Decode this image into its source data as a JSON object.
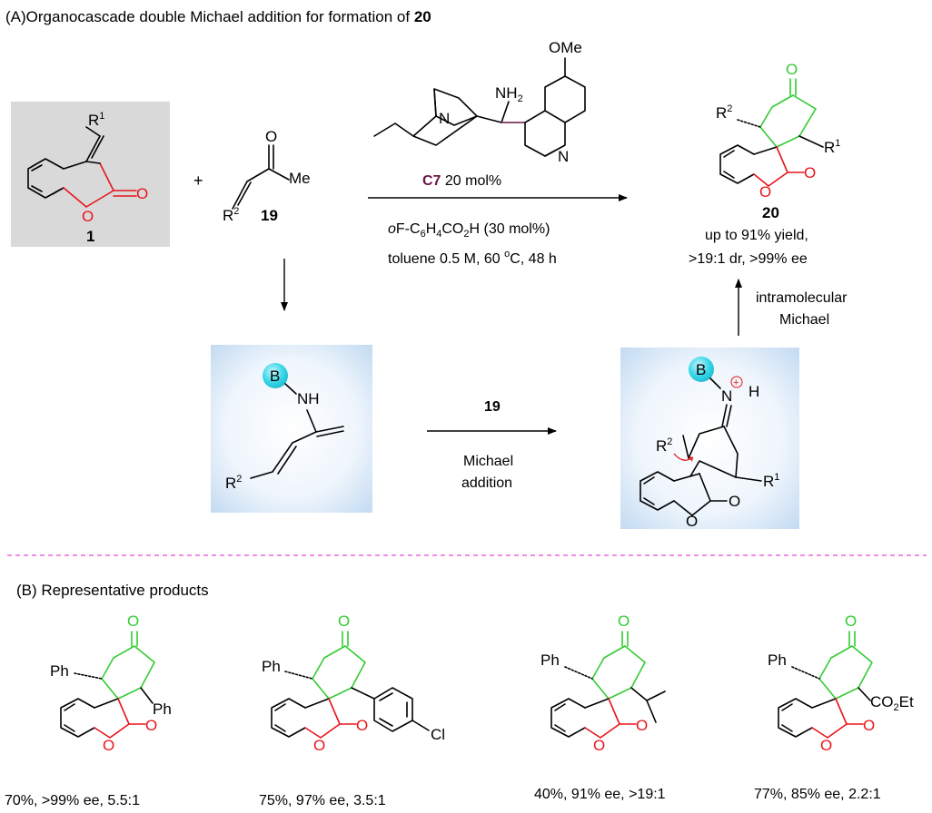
{
  "section_a": {
    "label": "(A)",
    "title_text": "Organocascade double Michael addition for formation of ",
    "title_bold": "20"
  },
  "section_b": {
    "title": "(B)  Representative products"
  },
  "substrate_1": {
    "number": "1",
    "r_label": "R",
    "r_sup": "1",
    "o_label": "O",
    "carbonyl_o": "O"
  },
  "plus_sign": "+",
  "enone_19": {
    "number": "19",
    "o_label": "O",
    "me_label": "Me",
    "r_label": "R",
    "r_sup": "2"
  },
  "catalyst": {
    "name": "C7",
    "loading": " 20 mol%",
    "ome_label": "OMe",
    "nh2_label": "NH",
    "nh2_sub": "2",
    "n_bridge": "N",
    "n_quinoline": "N"
  },
  "conditions": {
    "acid_prefix": "o",
    "acid_a": "F-C",
    "acid_sub1": "6",
    "acid_b": "H",
    "acid_sub2": "4",
    "acid_c": "CO",
    "acid_sub3": "2",
    "acid_d": "H (30 mol%)",
    "line2_a": "toluene 0.5 M, 60 ",
    "line2_sup": "o",
    "line2_b": "C, 48 h"
  },
  "product_20": {
    "number": "20",
    "yield": "up to 91% yield,",
    "selectivity": ">19:1 dr, >99% ee",
    "r1": "R",
    "r1_sup": "1",
    "r2": "R",
    "r2_sup": "2",
    "ketone_o": "O",
    "ring_o": "O",
    "carbonyl_o": "O"
  },
  "step_intramolecular": {
    "line1": "intramolecular",
    "line2": "Michael"
  },
  "enamine": {
    "b_label": "B",
    "nh_label": "NH",
    "r_label": "R",
    "r_sup": "2"
  },
  "step_michael": {
    "reagent": "19",
    "line1": "Michael",
    "line2": "addition"
  },
  "iminium": {
    "b_label": "B",
    "n_label": "N",
    "plus": "+",
    "h_label": "H",
    "r1": "R",
    "r1_sup": "1",
    "r2": "R",
    "r2_sup": "2",
    "ring_o": "O",
    "carbonyl_o": "O"
  },
  "products": [
    {
      "ph_left": "Ph",
      "substituent": "Ph",
      "result": "70%, >99% ee, 5.5:1"
    },
    {
      "ph_left": "Ph",
      "substituent": "Cl",
      "result": "75%, 97% ee, 3.5:1"
    },
    {
      "ph_left": "Ph",
      "substituent": "",
      "result": "40%, 91% ee, >19:1"
    },
    {
      "ph_left": "Ph",
      "substituent_a": "CO",
      "substituent_sub": "2",
      "substituent_b": "Et",
      "result": "77%, 85% ee, 2.2:1"
    }
  ],
  "colors": {
    "lactone_red": "#e8141b",
    "cyclohexanone_green": "#33cc33",
    "catalyst_purple": "#6b1444",
    "base_cyan": "#36d6e8",
    "divider_magenta": "#e64ad8",
    "substrate_box_gray": "#d9d9d9",
    "intermediate_box_blue": "#d6e6f6"
  }
}
